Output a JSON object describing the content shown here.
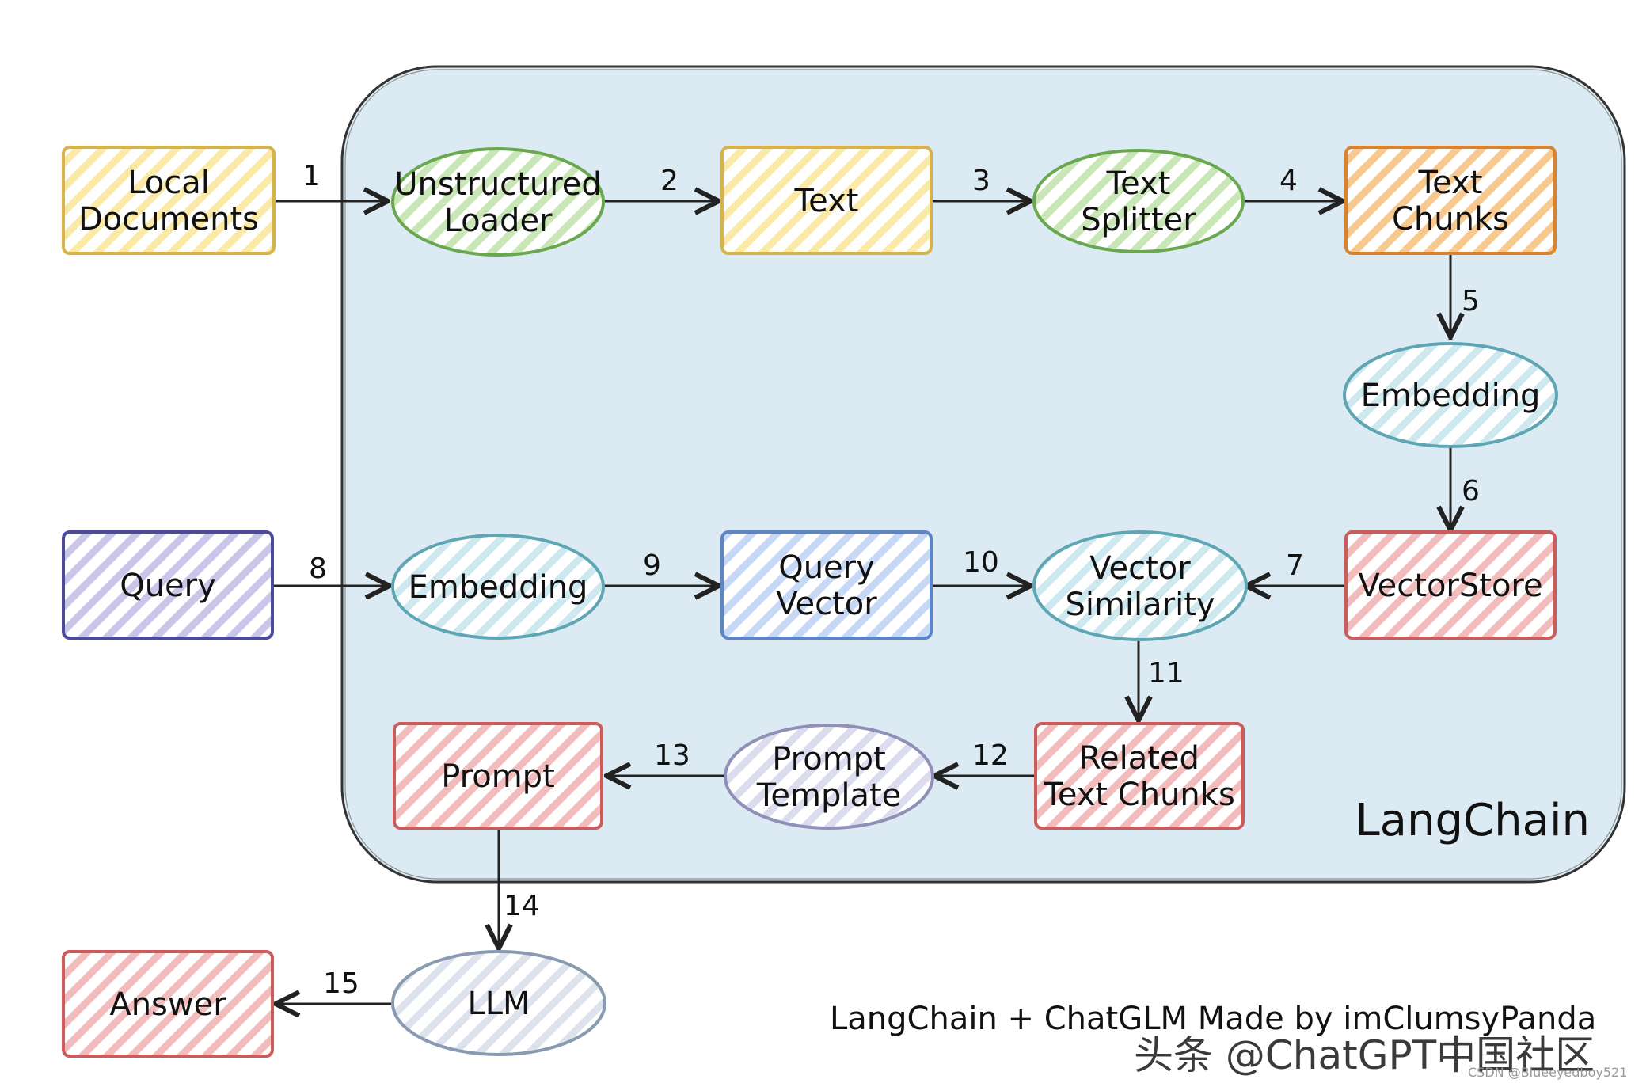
{
  "container_label": "LangChain",
  "credit": "LangChain + ChatGLM Made by imClumsyPanda",
  "watermark": "头条 @ChatGPT中国社区",
  "watermark_small": "CSDN @Blueeyedboy521",
  "palette": {
    "yellow": {
      "stroke": "#d8b24a",
      "fill": "#fbe9a8"
    },
    "green": {
      "stroke": "#6aa84f",
      "fill": "#c8e6b6"
    },
    "orange": {
      "stroke": "#d9832d",
      "fill": "#f8c98f"
    },
    "teal": {
      "stroke": "#5fa6b5",
      "fill": "#cde8ee"
    },
    "purple": {
      "stroke": "#4b4a9b",
      "fill": "#c9c6e9"
    },
    "blue": {
      "stroke": "#5a85c9",
      "fill": "#c6d8f5"
    },
    "red": {
      "stroke": "#cc5c5c",
      "fill": "#f3bcbc"
    },
    "lavender": {
      "stroke": "#8f8fb8",
      "fill": "#dcdcef"
    },
    "gray": {
      "stroke": "#8a9ab0",
      "fill": "#dde3ec"
    },
    "container_fill": "#dcebf3",
    "container_stroke": "#333333"
  },
  "nodes": [
    {
      "id": "local-documents",
      "shape": "rect",
      "color": "yellow",
      "lines": [
        "Local",
        "Documents"
      ]
    },
    {
      "id": "unstructured-loader",
      "shape": "ellipse",
      "color": "green",
      "lines": [
        "Unstructured",
        "Loader"
      ]
    },
    {
      "id": "text",
      "shape": "rect",
      "color": "yellow",
      "lines": [
        "Text"
      ]
    },
    {
      "id": "text-splitter",
      "shape": "ellipse",
      "color": "green",
      "lines": [
        "Text",
        "Splitter"
      ]
    },
    {
      "id": "text-chunks",
      "shape": "rect",
      "color": "orange",
      "lines": [
        "Text",
        "Chunks"
      ]
    },
    {
      "id": "embedding-top",
      "shape": "ellipse",
      "color": "teal",
      "lines": [
        "Embedding"
      ]
    },
    {
      "id": "vectorstore",
      "shape": "rect",
      "color": "red",
      "lines": [
        "VectorStore"
      ]
    },
    {
      "id": "query",
      "shape": "rect",
      "color": "purple",
      "lines": [
        "Query"
      ]
    },
    {
      "id": "embedding-mid",
      "shape": "ellipse",
      "color": "teal",
      "lines": [
        "Embedding"
      ]
    },
    {
      "id": "query-vector",
      "shape": "rect",
      "color": "blue",
      "lines": [
        "Query",
        "Vector"
      ]
    },
    {
      "id": "vector-similarity",
      "shape": "ellipse",
      "color": "teal",
      "lines": [
        "Vector",
        "Similarity"
      ]
    },
    {
      "id": "related-text-chunks",
      "shape": "rect",
      "color": "red",
      "lines": [
        "Related",
        "Text Chunks"
      ]
    },
    {
      "id": "prompt-template",
      "shape": "ellipse",
      "color": "lavender",
      "lines": [
        "Prompt",
        "Template"
      ]
    },
    {
      "id": "prompt",
      "shape": "rect",
      "color": "red",
      "lines": [
        "Prompt"
      ]
    },
    {
      "id": "llm",
      "shape": "ellipse",
      "color": "gray",
      "lines": [
        "LLM"
      ]
    },
    {
      "id": "answer",
      "shape": "rect",
      "color": "red",
      "lines": [
        "Answer"
      ]
    }
  ],
  "edges": [
    {
      "label": "1",
      "from": "local-documents",
      "to": "unstructured-loader"
    },
    {
      "label": "2",
      "from": "unstructured-loader",
      "to": "text"
    },
    {
      "label": "3",
      "from": "text",
      "to": "text-splitter"
    },
    {
      "label": "4",
      "from": "text-splitter",
      "to": "text-chunks"
    },
    {
      "label": "5",
      "from": "text-chunks",
      "to": "embedding-top"
    },
    {
      "label": "6",
      "from": "embedding-top",
      "to": "vectorstore"
    },
    {
      "label": "7",
      "from": "vectorstore",
      "to": "vector-similarity"
    },
    {
      "label": "8",
      "from": "query",
      "to": "embedding-mid"
    },
    {
      "label": "9",
      "from": "embedding-mid",
      "to": "query-vector"
    },
    {
      "label": "10",
      "from": "query-vector",
      "to": "vector-similarity"
    },
    {
      "label": "11",
      "from": "vector-similarity",
      "to": "related-text-chunks"
    },
    {
      "label": "12",
      "from": "related-text-chunks",
      "to": "prompt-template"
    },
    {
      "label": "13",
      "from": "prompt-template",
      "to": "prompt"
    },
    {
      "label": "14",
      "from": "prompt",
      "to": "llm"
    },
    {
      "label": "15",
      "from": "llm",
      "to": "answer"
    }
  ]
}
